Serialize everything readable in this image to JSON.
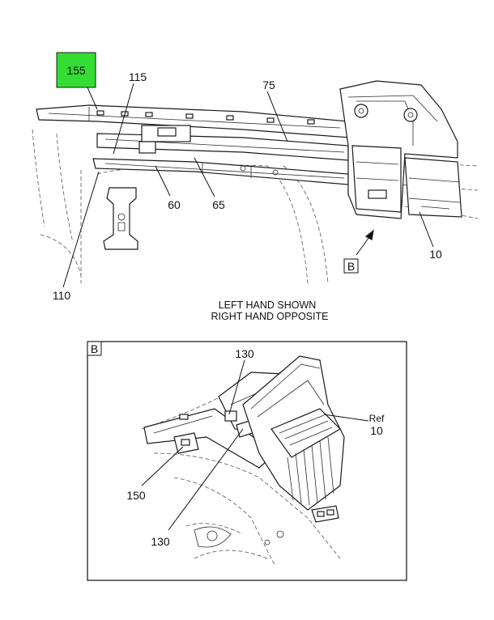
{
  "highlight_color": "#33dd33",
  "callouts": {
    "c155": "155",
    "c115": "115",
    "c75": "75",
    "c60": "60",
    "c65": "65",
    "c110": "110",
    "c10": "10",
    "b_box": "B"
  },
  "note": {
    "line1": "LEFT HAND SHOWN",
    "line2": "RIGHT HAND OPPOSITE"
  },
  "detail": {
    "label": "B",
    "c130_top": "130",
    "c130_bottom": "130",
    "c150": "150",
    "ref_label": "Ref",
    "ref_num": "10"
  }
}
